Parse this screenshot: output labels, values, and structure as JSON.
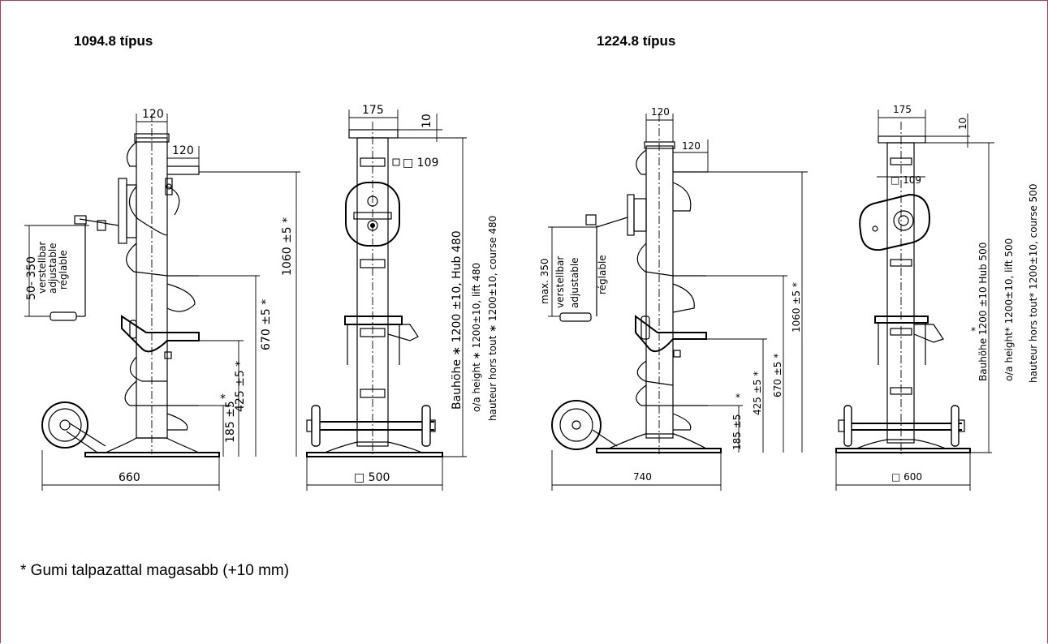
{
  "titles": {
    "left": "1094.8 típus",
    "right": "1224.8 típus"
  },
  "footnote": "* Gumi talpazattal magasabb (+10 mm)",
  "left_model": {
    "side_view": {
      "dim_top_width": "120",
      "dim_arm_width": "120",
      "dim_adjust": "50- 350",
      "adjust_label": [
        "verstellbar",
        "adjustable",
        "réglable"
      ],
      "dim_1060": "1060 ±5 *",
      "dim_670": "670 ±5 *",
      "dim_425": "425 ±5 *",
      "dim_185": "185 ±5",
      "star": "*",
      "dim_base": "660"
    },
    "front_view": {
      "dim_top_width": "175",
      "dim_10": "10",
      "dim_square": "□ 109",
      "dim_base": "□ 500",
      "height_lines": [
        "Bauhöhe  ∗ 1200 ±10,  Hub  480",
        "o/a height ∗ 1200±10,  lift  480",
        "hauteur hors tout ∗ 1200±10,  course 480"
      ]
    }
  },
  "right_model": {
    "side_view": {
      "dim_top_width": "120",
      "dim_arm_width": "120",
      "dim_adjust": "max. 350",
      "adjust_label": [
        "verstellbar",
        "adjustable",
        "réglable"
      ],
      "dim_1060": "1060 ±5  *",
      "dim_670": "670 ±5  *",
      "dim_425": "425 ±5  *",
      "dim_185": "185 ±5",
      "star": "*",
      "dim_base": "740"
    },
    "front_view": {
      "dim_top_width": "175",
      "dim_10": "10",
      "dim_square": "□ 109",
      "dim_base": "□ 600",
      "height_lines": [
        "Bauhöhe  1200 ±10   Hub  500",
        "o/a height* 1200±10,  lift  500",
        "hauteur hors tout* 1200±10,  course 500"
      ],
      "star": "*"
    }
  }
}
